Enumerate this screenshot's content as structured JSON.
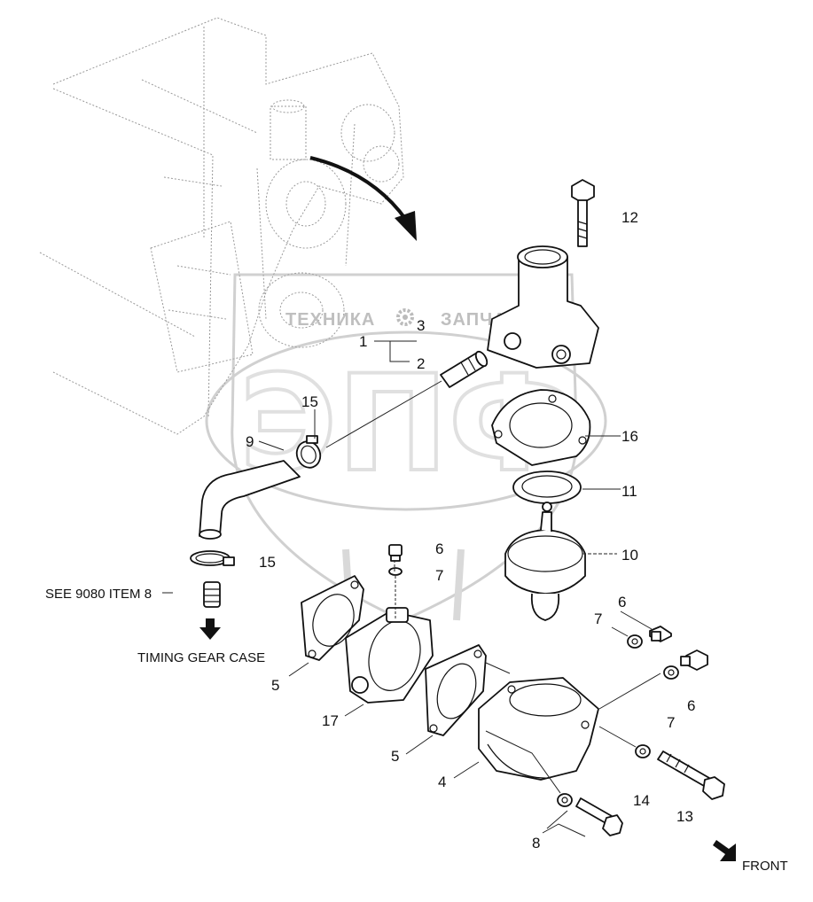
{
  "callouts": {
    "c1": "1",
    "c2": "2",
    "c3": "3",
    "c4": "4",
    "c5a": "5",
    "c5b": "5",
    "c6a": "6",
    "c6b": "6",
    "c6c": "6",
    "c7a": "7",
    "c7b": "7",
    "c7c": "7",
    "c8": "8",
    "c9": "9",
    "c10": "10",
    "c11": "11",
    "c12": "12",
    "c13": "13",
    "c14": "14",
    "c15a": "15",
    "c15b": "15",
    "c16": "16",
    "c17": "17"
  },
  "notes": {
    "see_ref": "SEE 9080 ITEM 8",
    "timing": "TIMING GEAR CASE",
    "front": "FRONT"
  },
  "watermark": {
    "brand_left": "ТЕХНИКА",
    "brand_right": "ЗАПЧАСТИ",
    "logo_letters": "ЭПФ"
  },
  "icons": [
    "gear-icon",
    "arrow-icon"
  ]
}
